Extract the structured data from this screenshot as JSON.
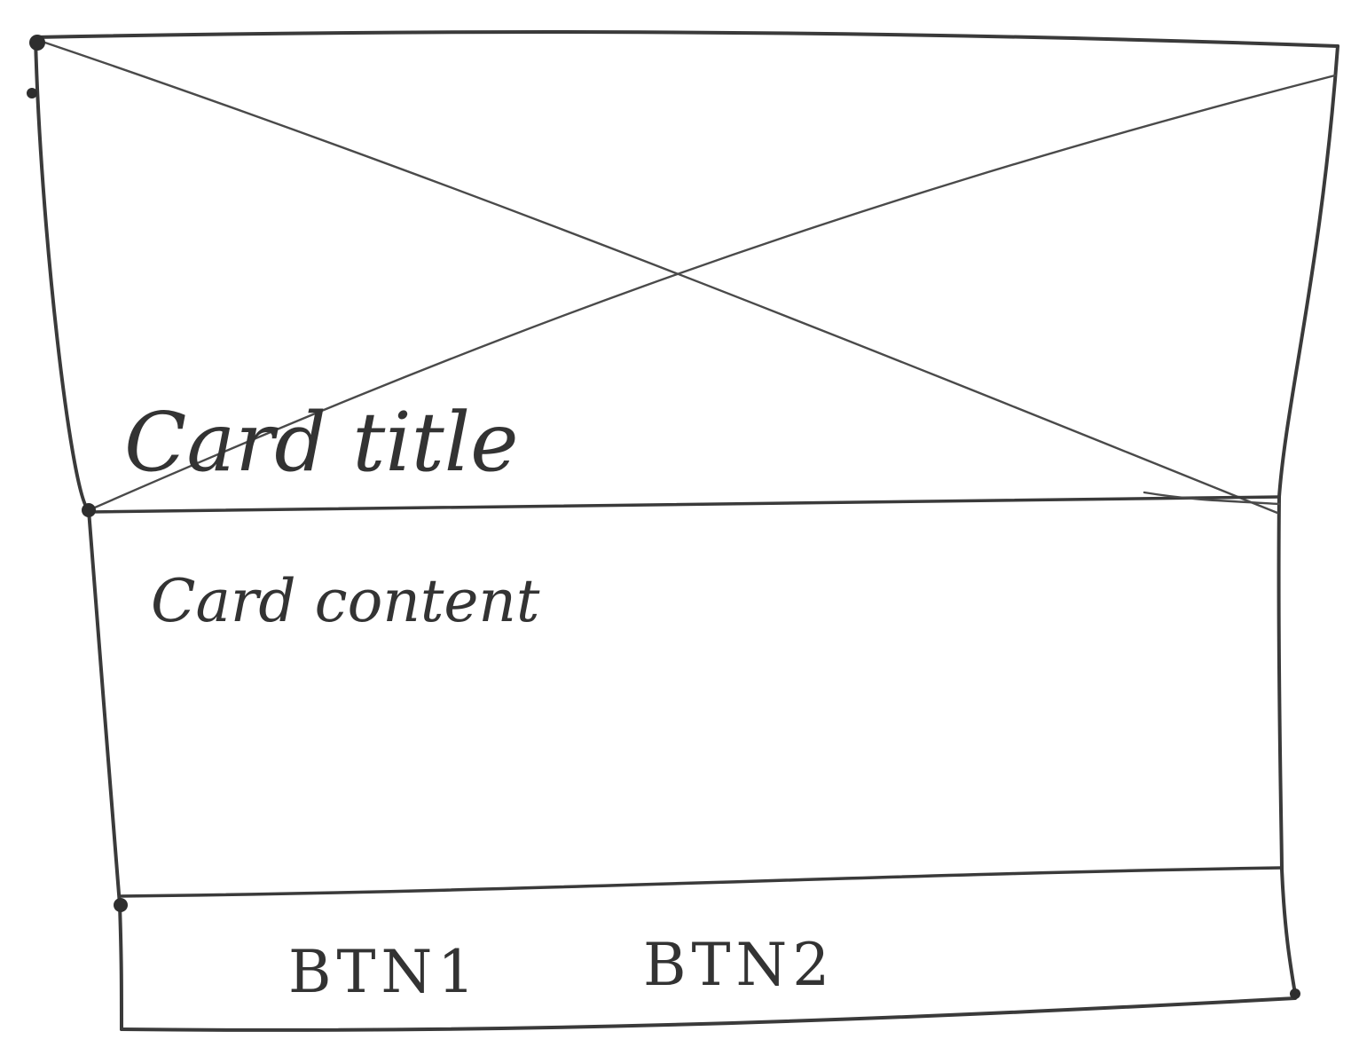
{
  "card": {
    "title": "Card title",
    "content": "Card content",
    "actions": {
      "button1_label": "BTN1",
      "button2_label": "BTN2"
    },
    "image_placeholder": "image-placeholder-cross"
  },
  "colors": {
    "ink": "#3a3a3a",
    "paper": "#ffffff"
  }
}
